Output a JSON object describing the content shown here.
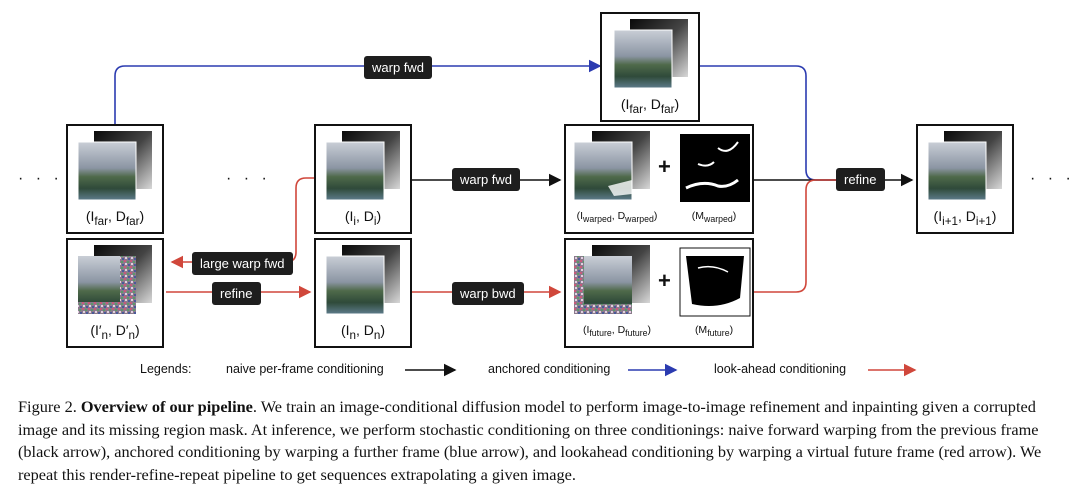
{
  "diagram": {
    "ellipsis": "· · ·",
    "nodes": {
      "far_top": {
        "caption_main": "(I",
        "caption_sub": "far",
        "caption_mid": ", D",
        "caption_sub2": "far",
        "caption_end": ")"
      },
      "far_left": {
        "caption_main": "(I",
        "caption_sub": "far",
        "caption_mid": ", D",
        "caption_sub2": "far",
        "caption_end": ")"
      },
      "current": {
        "caption_main": "(I",
        "caption_sub": "i",
        "caption_mid": ", D",
        "caption_sub2": "i",
        "caption_end": ")"
      },
      "future_corrupt": {
        "caption_main": "(I′",
        "caption_sub": "n",
        "caption_mid": ", D′",
        "caption_sub2": "n",
        "caption_end": ")"
      },
      "future": {
        "caption_main": "(I",
        "caption_sub": "n",
        "caption_mid": ", D",
        "caption_sub2": "n",
        "caption_end": ")"
      },
      "warped": {
        "caption_main": "(I",
        "caption_sub": "warped",
        "caption_mid": ", D",
        "caption_sub2": "warped",
        "caption_end": ")",
        "mask_main": "(M",
        "mask_sub": "warped",
        "mask_end": ")"
      },
      "future_warped": {
        "caption_main": "(I",
        "caption_sub": "future",
        "caption_mid": ", D",
        "caption_sub2": "future",
        "caption_end": ")",
        "mask_main": "(M",
        "mask_sub": "future",
        "mask_end": ")"
      },
      "next": {
        "caption_main": "(I",
        "caption_sub": "i+1",
        "caption_mid": ", D",
        "caption_sub2": "i+1",
        "caption_end": ")"
      }
    },
    "plus": "+",
    "labels": {
      "warp_fwd_top": "warp fwd",
      "warp_fwd_mid": "warp fwd",
      "large_warp_fwd": "large warp fwd",
      "refine_left": "refine",
      "warp_bwd": "warp bwd",
      "refine_right": "refine"
    },
    "legend": {
      "title": "Legends:",
      "items": [
        {
          "label": "naive per-frame conditioning",
          "color": "#111111"
        },
        {
          "label": "anchored conditioning",
          "color": "#2b3bb0"
        },
        {
          "label": "look-ahead conditioning",
          "color": "#d0473b"
        }
      ]
    },
    "colors": {
      "black": "#111111",
      "blue": "#2b3bb0",
      "red": "#d0473b"
    }
  },
  "figure_caption": {
    "label": "Figure 2.",
    "title": "Overview of our pipeline",
    "body": ". We train an image-conditional diffusion model to perform image-to-image refinement and inpainting given a corrupted image and its missing region mask. At inference, we perform stochastic conditioning on three conditionings: naive forward warping from the previous frame (black arrow), anchored conditioning by warping a further frame (blue arrow), and lookahead conditioning by warping a virtual future frame (red arrow). We repeat this render-refine-repeat pipeline to get sequences extrapolating a given image."
  }
}
